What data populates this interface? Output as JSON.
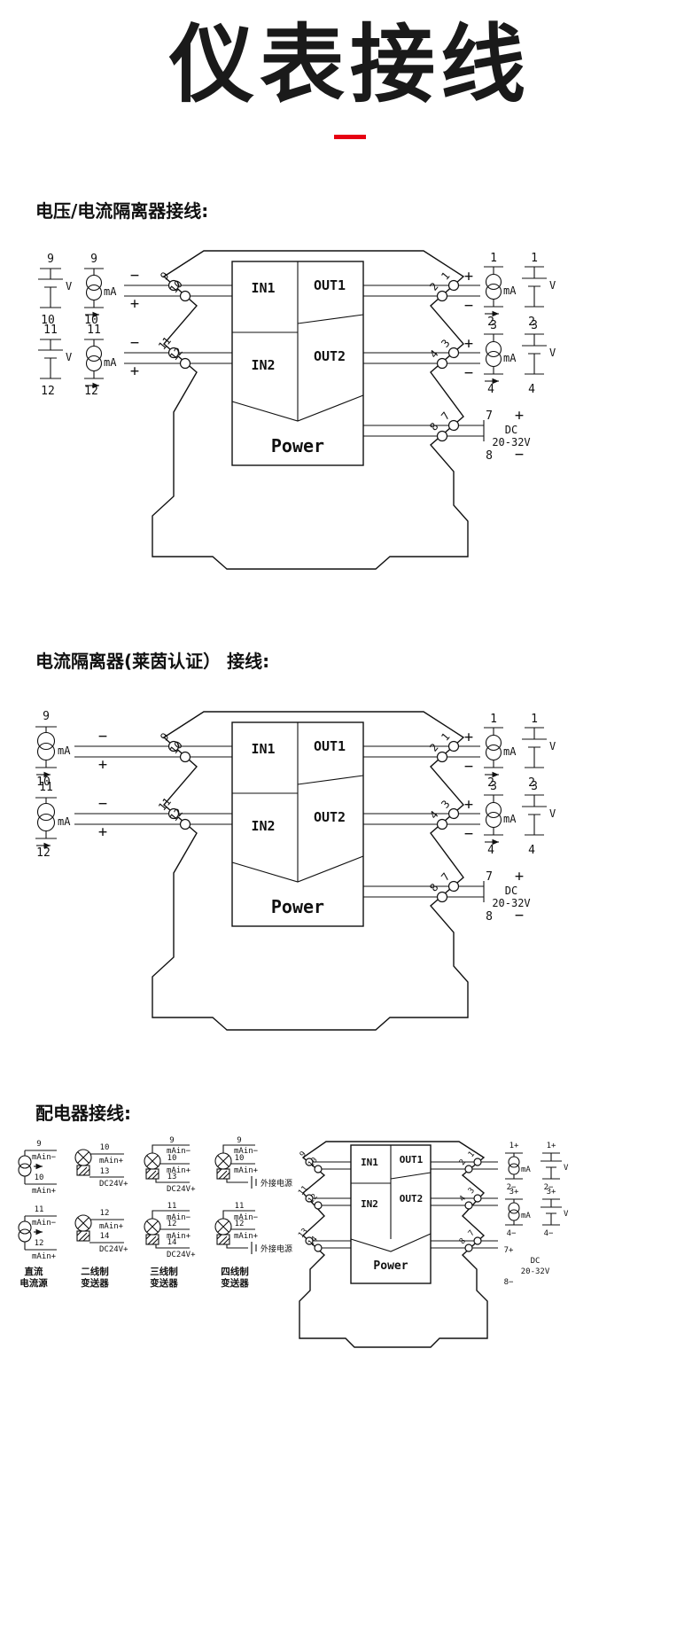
{
  "page": {
    "background": "#ffffff",
    "accent": "#e60012"
  },
  "t": {
    "title": "仪表接线",
    "s1": "电压/电流隔离器接线:",
    "s2": "电流隔离器(莱茵认证） 接线:",
    "s3": "配电器接线:"
  },
  "w": {
    "in1": "IN1",
    "out1": "OUT1",
    "in2": "IN2",
    "out2": "OUT2",
    "power": "Power",
    "v": "V",
    "ma": "mA",
    "plus": "+",
    "minus": "−",
    "dc": "DC",
    "dcv": "20-32V",
    "n1": "1",
    "n2": "2",
    "n3": "3",
    "n4": "4",
    "n7": "7",
    "n8": "8",
    "n9": "9",
    "n10": "10",
    "n11": "11",
    "n12": "12",
    "n13": "13",
    "n14": "14"
  },
  "d3": {
    "mainm": "mAin−",
    "mainp": "mAin+",
    "dc24": "DC24V+",
    "ext": "外接电源",
    "g1a": "直流",
    "g1b": "电流源",
    "g2a": "二线制",
    "g2b": "变送器",
    "g3a": "三线制",
    "g3b": "变送器",
    "g4a": "四线制",
    "g4b": "变送器",
    "p1": "1+",
    "m2": "2−",
    "p3": "3+",
    "m4": "4−",
    "p7": "7+",
    "m8": "8−"
  }
}
